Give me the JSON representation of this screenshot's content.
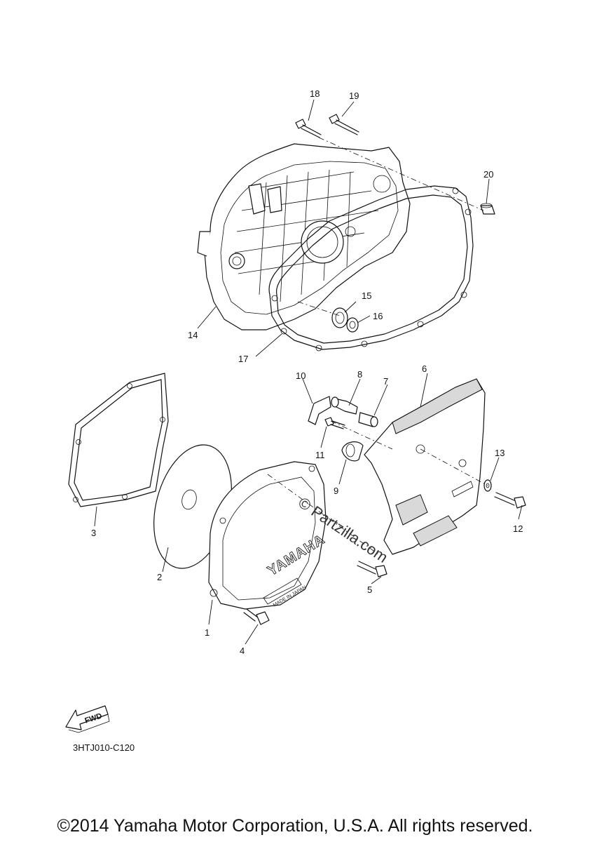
{
  "diagram": {
    "callouts": [
      "1",
      "2",
      "3",
      "4",
      "5",
      "6",
      "7",
      "8",
      "9",
      "10",
      "11",
      "12",
      "13",
      "14",
      "15",
      "16",
      "17",
      "18",
      "19",
      "20"
    ],
    "cover_emboss": "YAMAHA",
    "cover_stamp": "MADE IN JAPAN",
    "fwd_label": "FWD",
    "reference_code": "3HTJ010-C120",
    "watermark": "© Partzilla.com"
  },
  "footer": {
    "copyright": "©2014 Yamaha Motor Corporation, U.S.A. All rights reserved."
  }
}
